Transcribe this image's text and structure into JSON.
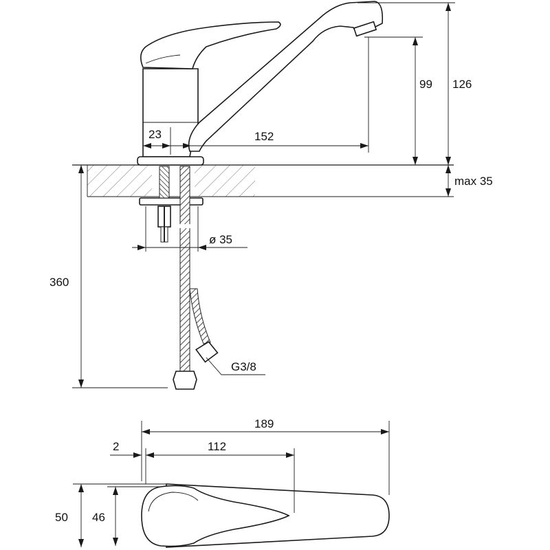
{
  "side_view": {
    "dim_spout_height": "99",
    "dim_total_height": "126",
    "dim_body_width": "23",
    "dim_spout_reach": "152",
    "dim_counter_thickness": "max 35",
    "dim_hole_diameter": "ø 35",
    "dim_hose_length": "360",
    "dim_thread": "G3/8"
  },
  "top_view": {
    "dim_total_length": "189",
    "dim_offset": "2",
    "dim_handle_length": "112",
    "dim_outer_width": "50",
    "dim_inner_width": "46"
  }
}
